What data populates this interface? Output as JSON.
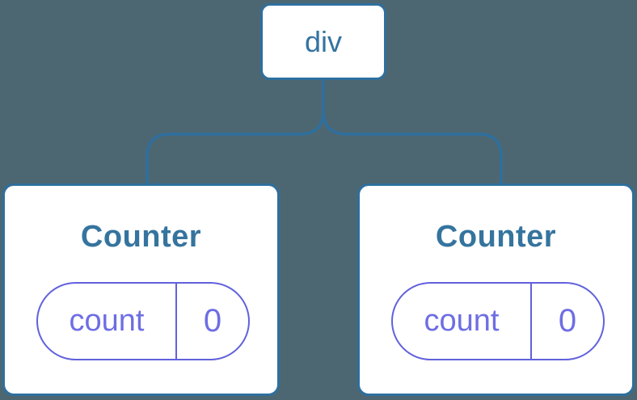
{
  "diagram": {
    "description": "Component tree: a div root with two Counter children, each holding a count state of 0",
    "tree": {
      "root": {
        "label": "div"
      },
      "children": [
        {
          "title": "Counter",
          "state": {
            "key": "count",
            "value": "0"
          }
        },
        {
          "title": "Counter",
          "state": {
            "key": "count",
            "value": "0"
          }
        }
      ]
    }
  },
  "colors": {
    "background": "#4D6772",
    "node_border_blue": "#2E6F9E",
    "node_text_blue": "#35749E",
    "state_purple": "#6161DC",
    "state_text_purple": "#6E6EE4",
    "card_background": "#FFFFFF"
  }
}
